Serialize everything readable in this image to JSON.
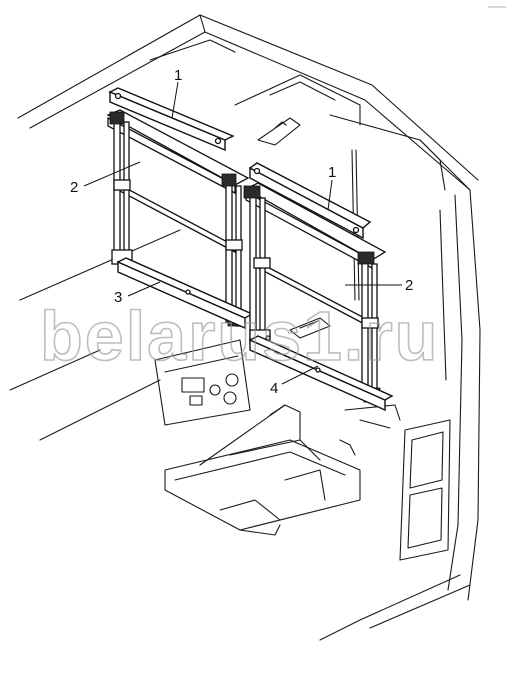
{
  "callouts": [
    {
      "label": "1"
    },
    {
      "label": "1"
    },
    {
      "label": "2"
    },
    {
      "label": "2"
    },
    {
      "label": "3"
    },
    {
      "label": "4"
    }
  ],
  "watermark": "belarus1.ru"
}
